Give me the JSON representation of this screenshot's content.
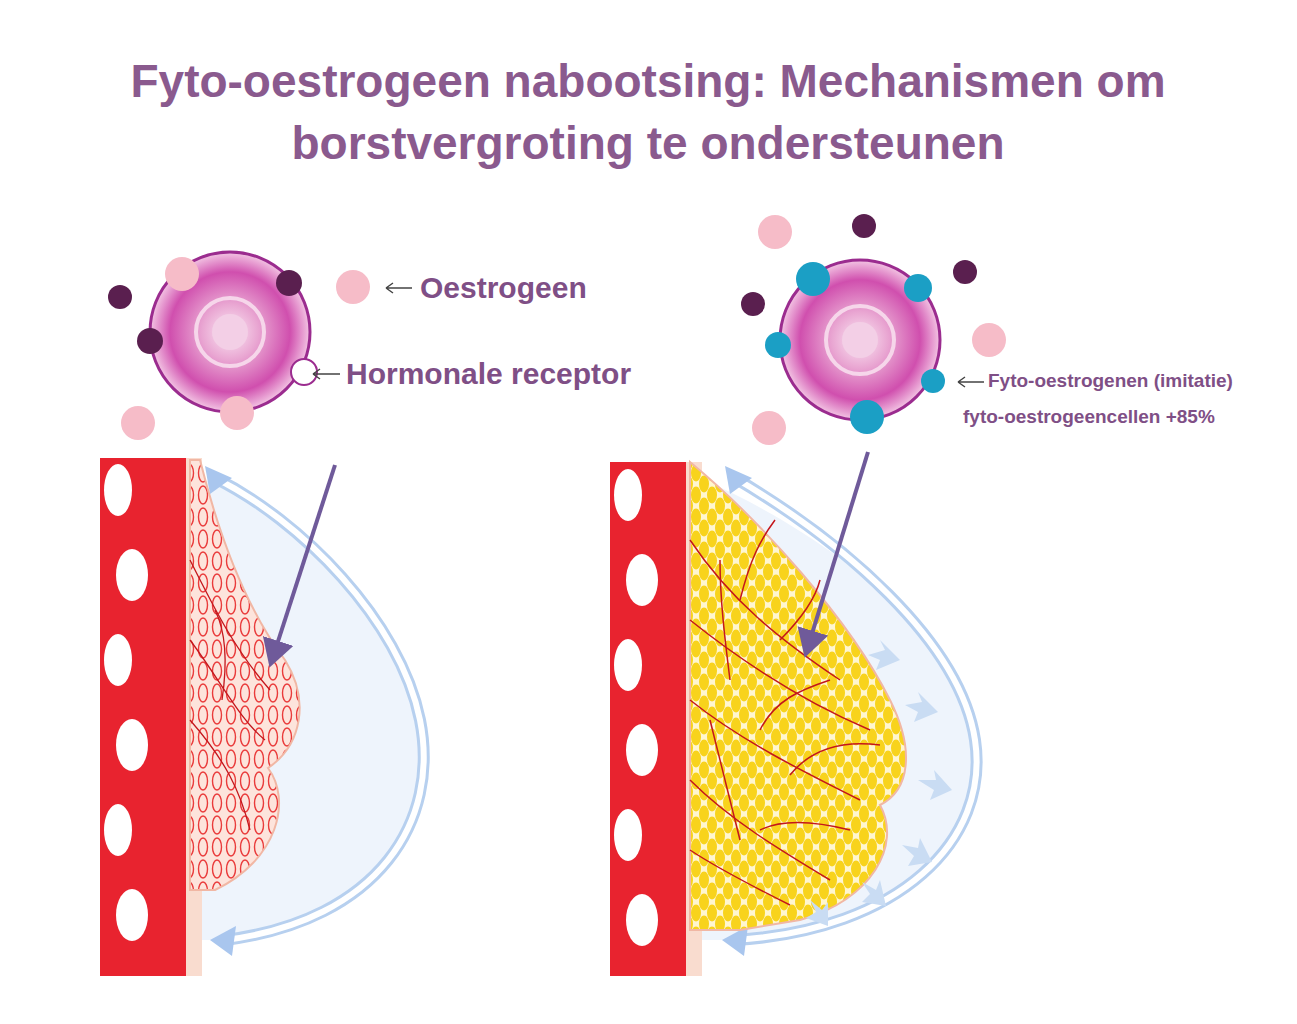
{
  "diagram": {
    "title": "Fyto-oestrogeen nabootsing: Mechanismen om borstvergroting te ondersteunen",
    "labels": [
      "Oestrogeen",
      "Hormonale receptor",
      "Fyto-oestrogenen (imitatie)",
      "fyto-oestrogeencellen +85%"
    ]
  }
}
